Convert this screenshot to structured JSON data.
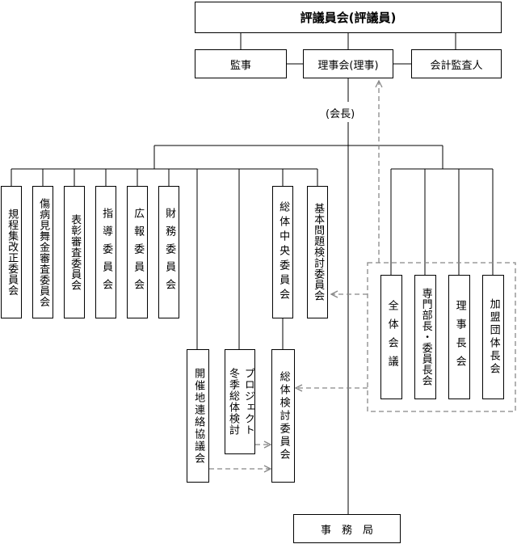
{
  "top": {
    "council": "評議員会(評議員)"
  },
  "row2": {
    "auditor": "監事",
    "board": "理事会(理事)",
    "accountant": "会計監査人"
  },
  "chair_label": "(会長)",
  "committees": [
    "規程集改正委員会",
    "傷病見舞金審査委員会",
    "表彰審査委員会",
    "指導委員会",
    "広報委員会",
    "財務委員会"
  ],
  "central": "総体中央委員会",
  "basic": "基本問題検討委員会",
  "right_group": [
    "全体会議",
    "専門部長・委員長会",
    "理事長会",
    "加盟団体長会"
  ],
  "host_council": "開催地連絡協議会",
  "winter_project": [
    "冬季総体検討",
    "プロジェクト"
  ],
  "review": "総体検討委員会",
  "secretariat": "事　務　局",
  "colors": {
    "line": "#000000",
    "dashed": "#888888"
  }
}
